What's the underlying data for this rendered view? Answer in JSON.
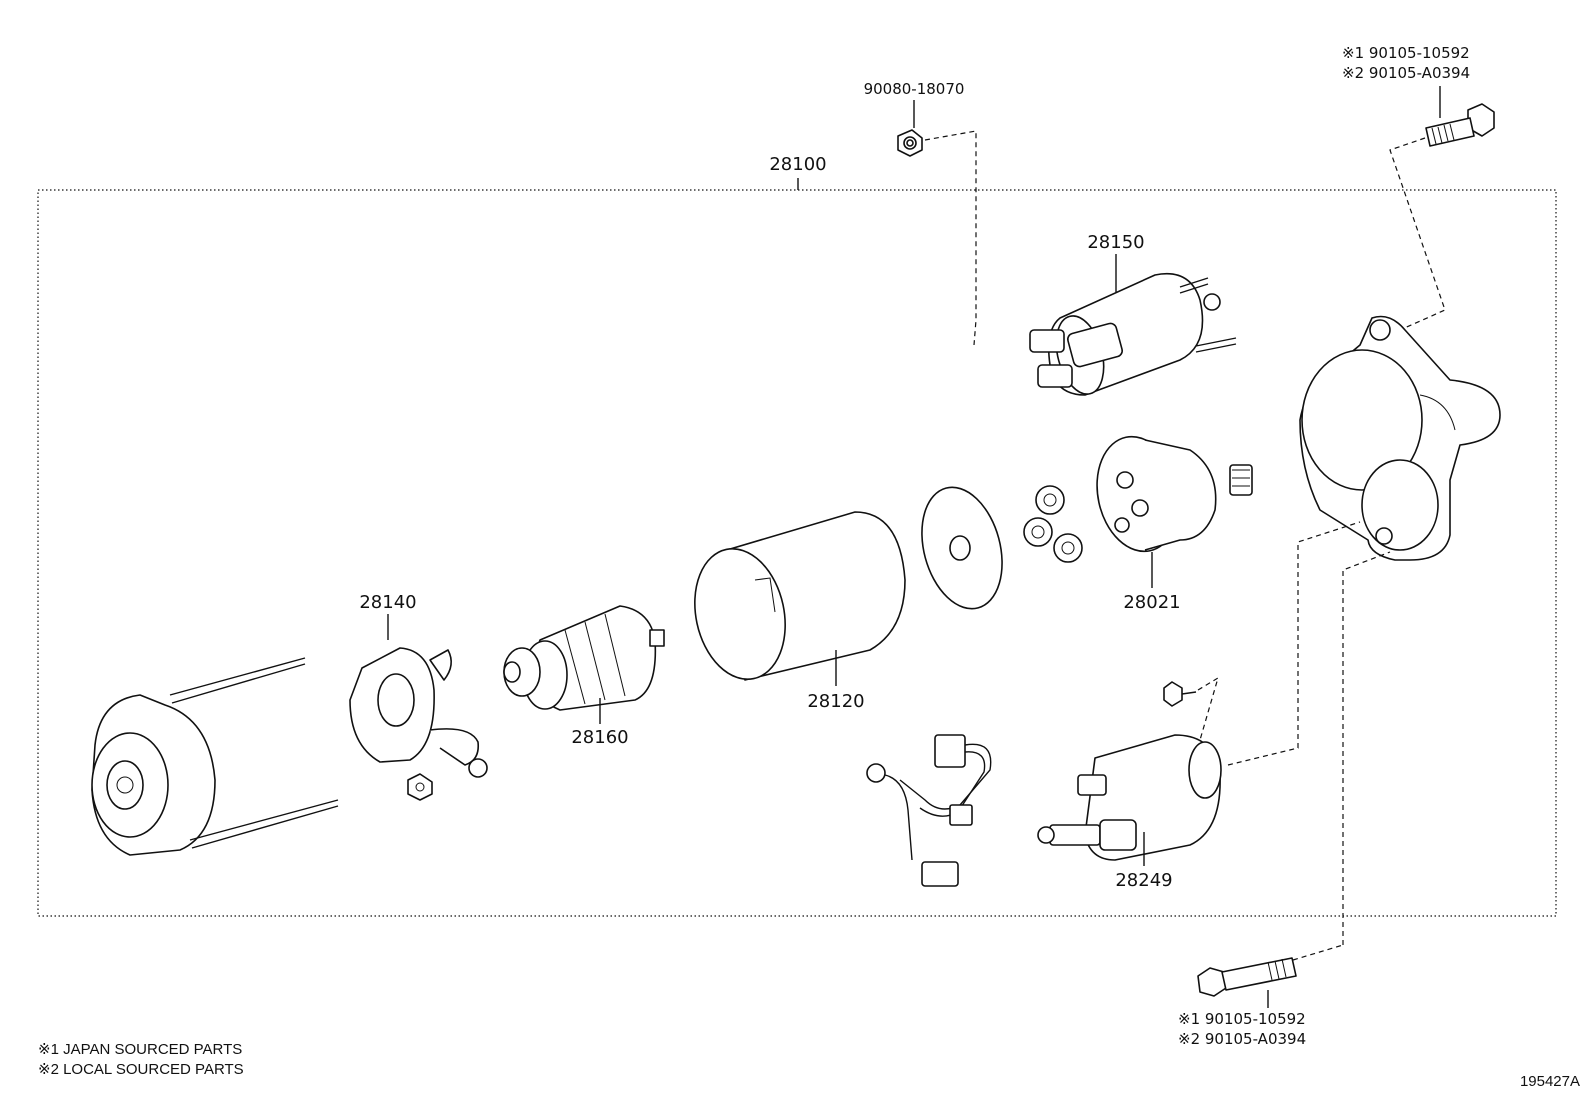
{
  "diagram": {
    "assembly_number": "28100",
    "figure_code": "195427A",
    "parts": {
      "nut_top": "90080-18070",
      "solenoid": "28150",
      "bolt_top_line1": "※1 90105-10592",
      "bolt_top_line2": "※2 90105-A0394",
      "planetary": "28021",
      "brush_holder": "28140",
      "armature": "28160",
      "yoke": "28120",
      "magnet_switch": "28249",
      "bolt_bottom_line1": "※1 90105-10592",
      "bolt_bottom_line2": "※2 90105-A0394"
    },
    "notes": [
      "※1  JAPAN SOURCED PARTS",
      "※2  LOCAL SOURCED PARTS"
    ]
  }
}
